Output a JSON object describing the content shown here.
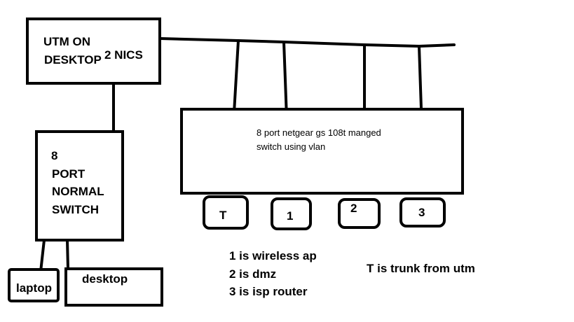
{
  "utm": {
    "line1": "UTM ON",
    "line2": "DESKTOP",
    "nics": "2 NICS"
  },
  "normal_switch": {
    "line1": "8",
    "line2": "PORT",
    "line3": "NORMAL",
    "line4": "SWITCH"
  },
  "managed_switch": {
    "line1": "8 port netgear gs 108t manged",
    "line2": "switch using vlan"
  },
  "ports": [
    {
      "label": "T"
    },
    {
      "label": "1"
    },
    {
      "label": "2"
    },
    {
      "label": "3"
    }
  ],
  "devices": {
    "laptop": "laptop",
    "desktop": "desktop"
  },
  "legend": [
    "1 is wireless ap",
    "2 is dmz",
    "3 is isp router"
  ],
  "trunk_note": "T is trunk from utm"
}
